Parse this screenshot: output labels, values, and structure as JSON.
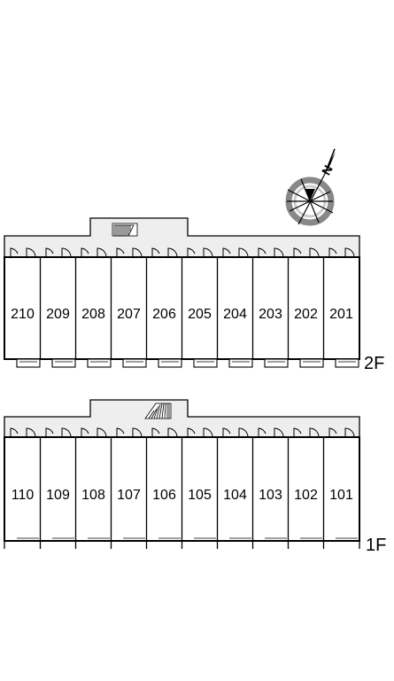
{
  "floors": [
    {
      "label": "2F",
      "units": [
        "210",
        "209",
        "208",
        "207",
        "206",
        "205",
        "204",
        "203",
        "202",
        "201"
      ]
    },
    {
      "label": "1F",
      "units": [
        "110",
        "109",
        "108",
        "107",
        "106",
        "105",
        "104",
        "103",
        "102",
        "101"
      ]
    }
  ],
  "compass": {
    "label": "N"
  },
  "colors": {
    "corridor": "#eeeeee",
    "line": "#000000",
    "ring": "#888888",
    "ring_light": "#cccccc"
  }
}
